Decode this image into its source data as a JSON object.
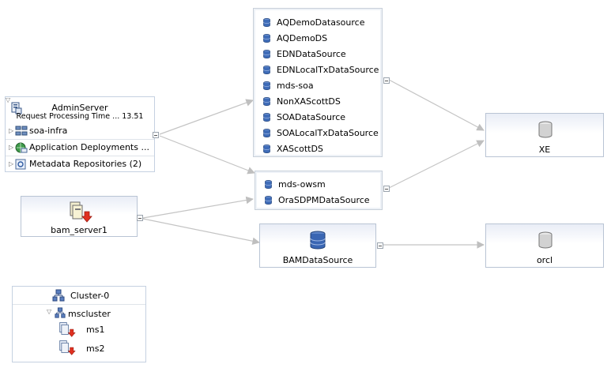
{
  "admin_server": {
    "name": "AdminServer",
    "metric": "Request Processing Time ... 13.51",
    "children": [
      {
        "label": "soa-infra"
      },
      {
        "label": "Application Deployments ..."
      },
      {
        "label": "Metadata Repositories (2)"
      }
    ]
  },
  "bam_server": {
    "name": "bam_server1"
  },
  "datasource_group_1": {
    "items": [
      "AQDemoDatasource",
      "AQDemoDS",
      "EDNDataSource",
      "EDNLocalTxDataSource",
      "mds-soa",
      "NonXAScottDS",
      "SOADataSource",
      "SOALocalTxDataSource",
      "XAScottDS"
    ]
  },
  "datasource_group_2": {
    "items": [
      "mds-owsm",
      "OraSDPMDataSource"
    ]
  },
  "bam_datasource": {
    "name": "BAMDataSource"
  },
  "database_xe": {
    "name": "XE"
  },
  "database_orcl": {
    "name": "orcl"
  },
  "cluster": {
    "name": "Cluster-0",
    "subcluster": "mscluster",
    "members": [
      "ms1",
      "ms2"
    ]
  }
}
